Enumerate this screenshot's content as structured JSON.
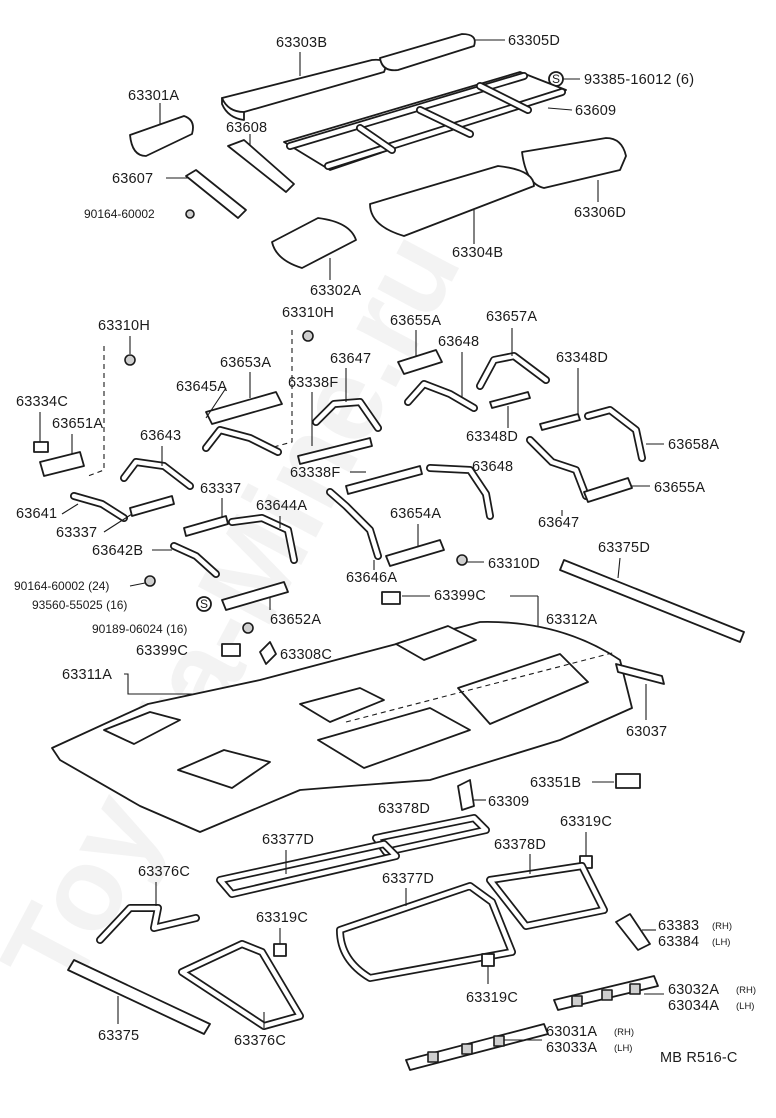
{
  "watermark": "Toyota-Mine.ru",
  "diagram_code": "MB R516-C",
  "callouts": {
    "c63303B": "63303B",
    "c63305D": "63305D",
    "c93385": "93385-16012 (6)",
    "c63301A": "63301A",
    "c63608": "63608",
    "c63609": "63609",
    "c63607": "63607",
    "c90164a": "90164-60002",
    "c63306D": "63306D",
    "c63304B": "63304B",
    "c63302A": "63302A",
    "c63310Ha": "63310H",
    "c63310Hb": "63310H",
    "c63655Aa": "63655A",
    "c63657A": "63657A",
    "c63653A": "63653A",
    "c63647a": "63647",
    "c63648a": "63648",
    "c63348Da": "63348D",
    "c63645A": "63645A",
    "c63338Fa": "63338F",
    "c63334C": "63334C",
    "c63651A": "63651A",
    "c63643": "63643",
    "c63348Db": "63348D",
    "c63658A": "63658A",
    "c63338Fb": "63338F",
    "c63648b": "63648",
    "c63655Ab": "63655A",
    "c63641": "63641",
    "c63337a": "63337",
    "c63337b": "63337",
    "c63644A": "63644A",
    "c63647b": "63647",
    "c63654A": "63654A",
    "c63642B": "63642B",
    "c63646A": "63646A",
    "c63310D": "63310D",
    "c63375D": "63375D",
    "c90164b": "90164-60002 (24)",
    "c93560": "93560-55025 (16)",
    "c63652A": "63652A",
    "c63399Ca": "63399C",
    "c63312A": "63312A",
    "c90189": "90189-06024 (16)",
    "c63399Cb": "63399C",
    "c63308C": "63308C",
    "c63311A": "63311A",
    "c63037": "63037",
    "c63351B": "63351B",
    "c63309": "63309",
    "c63378Da": "63378D",
    "c63319Ca": "63319C",
    "c63377Da": "63377D",
    "c63378Db": "63378D",
    "c63376Ca": "63376C",
    "c63377Db": "63377D",
    "c63319Cb": "63319C",
    "c63383": "63383",
    "c63384": "63384",
    "c63319Cc": "63319C",
    "c63032A": "63032A",
    "c63034A": "63034A",
    "c63375": "63375",
    "c63376Cb": "63376C",
    "c63031A": "63031A",
    "c63033A": "63033A"
  },
  "suffixes": {
    "rh": "(RH)",
    "lh": "(LH)"
  }
}
